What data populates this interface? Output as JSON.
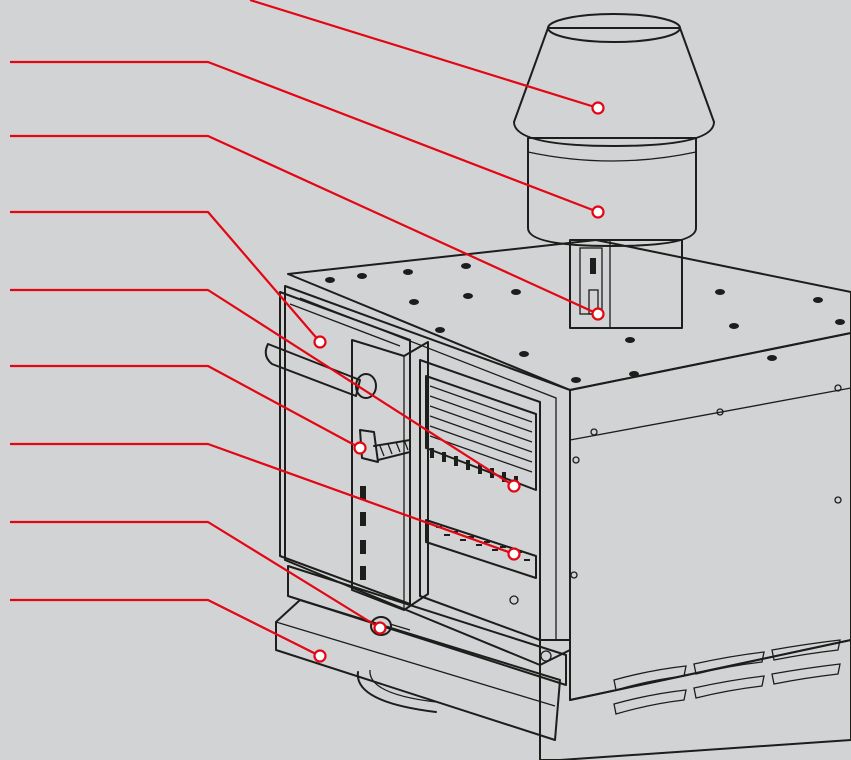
{
  "colors": {
    "background": "#d2d3d5",
    "body": "#ffffff",
    "outline": "#1d1d1b",
    "callout": "#e30613"
  },
  "callouts": [
    {
      "name": "callout-chimney-cap"
    },
    {
      "name": "callout-chimney-flue"
    },
    {
      "name": "callout-flue-damper"
    },
    {
      "name": "callout-door"
    },
    {
      "name": "callout-heat-deflector"
    },
    {
      "name": "callout-door-latch"
    },
    {
      "name": "callout-grill-rack"
    },
    {
      "name": "callout-drawer-knob"
    },
    {
      "name": "callout-ash-drawer"
    }
  ]
}
